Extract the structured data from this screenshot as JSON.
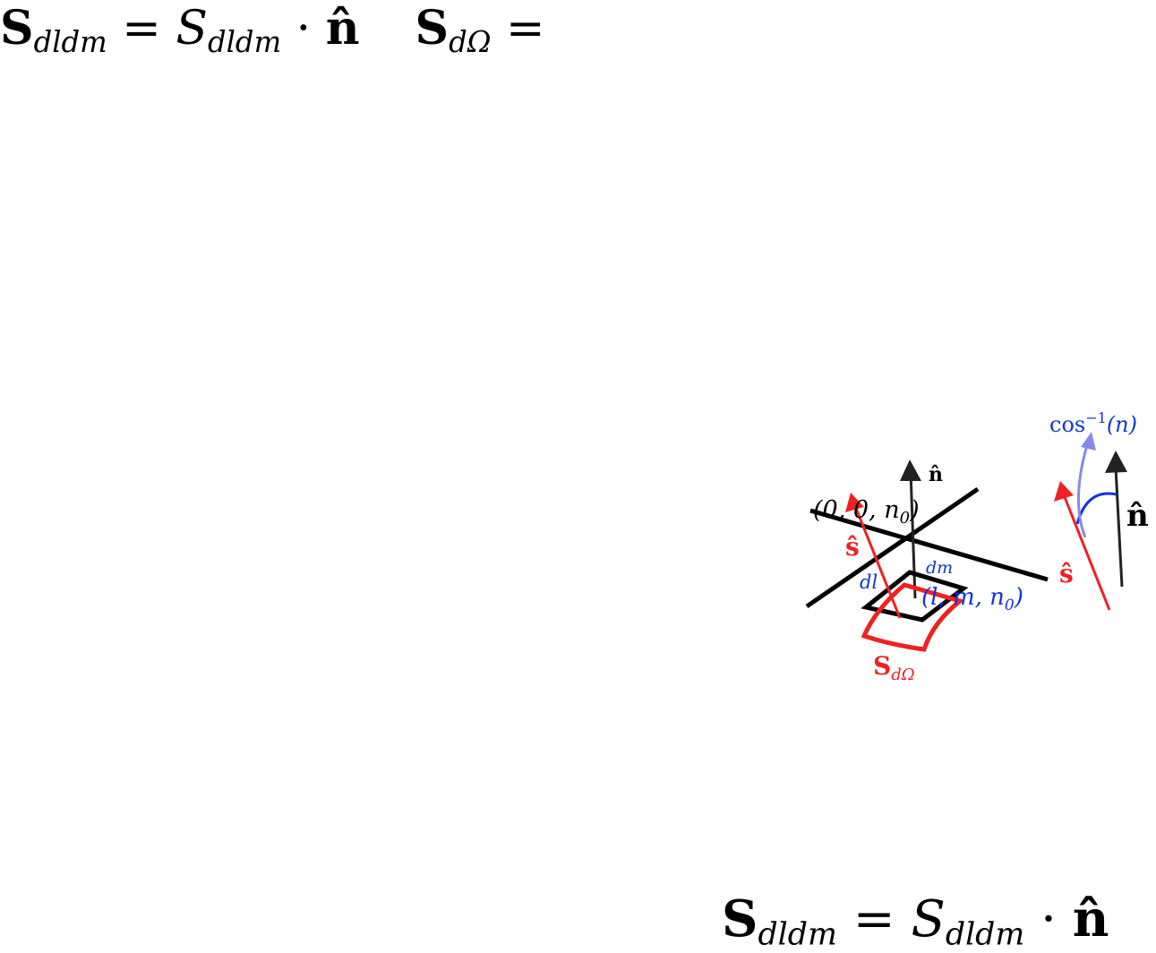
{
  "equations": {
    "top_vec": "S",
    "top_vec_sub": "dldm",
    "top_eq": " = ",
    "top_scalar": "S",
    "top_scalar_sub": "dldm",
    "top_dot": " · ",
    "top_normal": "n̂",
    "top_vec2": "S",
    "top_vec2_sub": "dΩ",
    "top_eq2": " =",
    "bottom_vec": "S",
    "bottom_vec_sub": "dldm",
    "bottom_eq": " = ",
    "bottom_scalar": "S",
    "bottom_scalar_sub": "dldm",
    "bottom_dot": " · ",
    "bottom_normal": "n̂"
  },
  "diagram": {
    "origin_point": "(0, 0, n",
    "origin_sub": "0",
    "origin_close": ")",
    "patch_point": "(l, m, n",
    "patch_sub": "0",
    "patch_close": ")",
    "dl_label": "dl",
    "dm_label": "dm",
    "s_hat_left": "ŝ",
    "n_hat_small": "n̂",
    "s_domega_vec": "S",
    "s_domega_sub": "dΩ",
    "s_hat_right": "ŝ",
    "n_hat_right": "n̂",
    "angle_label": "cos",
    "angle_sup": "−1",
    "angle_arg": "(n)",
    "colors": {
      "black": "#000000",
      "red": "#ee2222",
      "blue": "#1133dd",
      "light_blue": "#8888ee",
      "arrow_dark": "#222222"
    }
  }
}
